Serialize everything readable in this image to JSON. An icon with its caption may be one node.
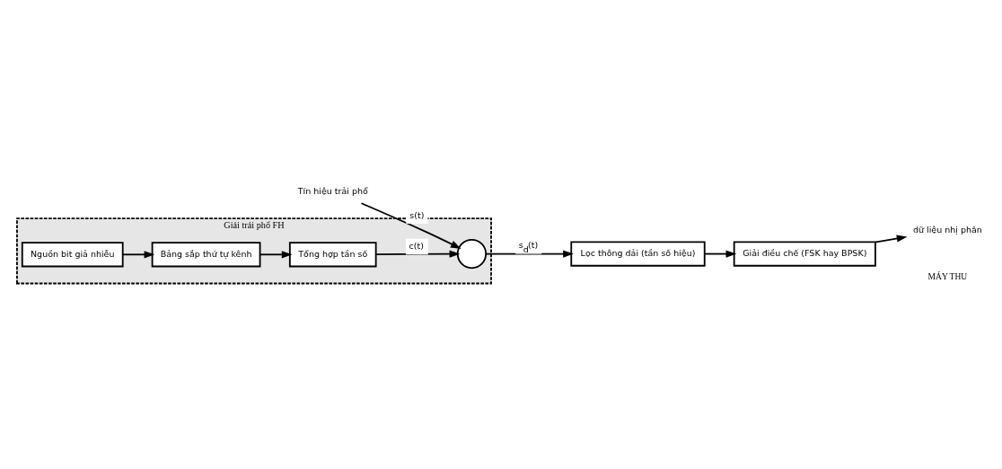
{
  "diagram": {
    "nodes": [
      {
        "text": [
          "Tín hiệu trải phổ"
        ]
      },
      {
        "text": [
          "Giải trải phổ FH"
        ]
      },
      {
        "text": [],
        "shape": "circle",
        "in": 1
      },
      {
        "text": [
          "Tổng hợp tần số"
        ],
        "in": 1
      },
      {
        "text": [
          "Nguồn bit giả nhiễu"
        ],
        "in": 1
      },
      {
        "text": [
          "Bảng sắp thứ tự kênh"
        ],
        "in": 1
      },
      {
        "text": [
          "Lọc thông dải (tần số hiệu)"
        ]
      },
      {
        "text": [
          "Giải điều chế (FSK hay BPSK)"
        ]
      },
      {
        "text": [
          "dữ liệu nhị phân"
        ]
      }
    ],
    "edges": [
      {
        "from": 0,
        "to": 2,
        "arrow": "to",
        "label": "s(t)"
      },
      {
        "from": 2,
        "to": 6,
        "arrow": "to",
        "label": "s$_{d}$(t)"
      },
      {
        "from": 6,
        "to": 7,
        "arrow": "to"
      },
      {
        "from": 7,
        "to": 8,
        "arrow": "to"
      },
      {
        "from": 3,
        "to": 2,
        "arrow": "to",
        "label": "c(t)"
      },
      {
        "from": 5,
        "to": 3,
        "arrow": "to"
      },
      {
        "from": 4,
        "to": 5,
        "arrow": "to"
      }
    ],
    "labels": [
      "MÁY THU"
    ]
  }
}
